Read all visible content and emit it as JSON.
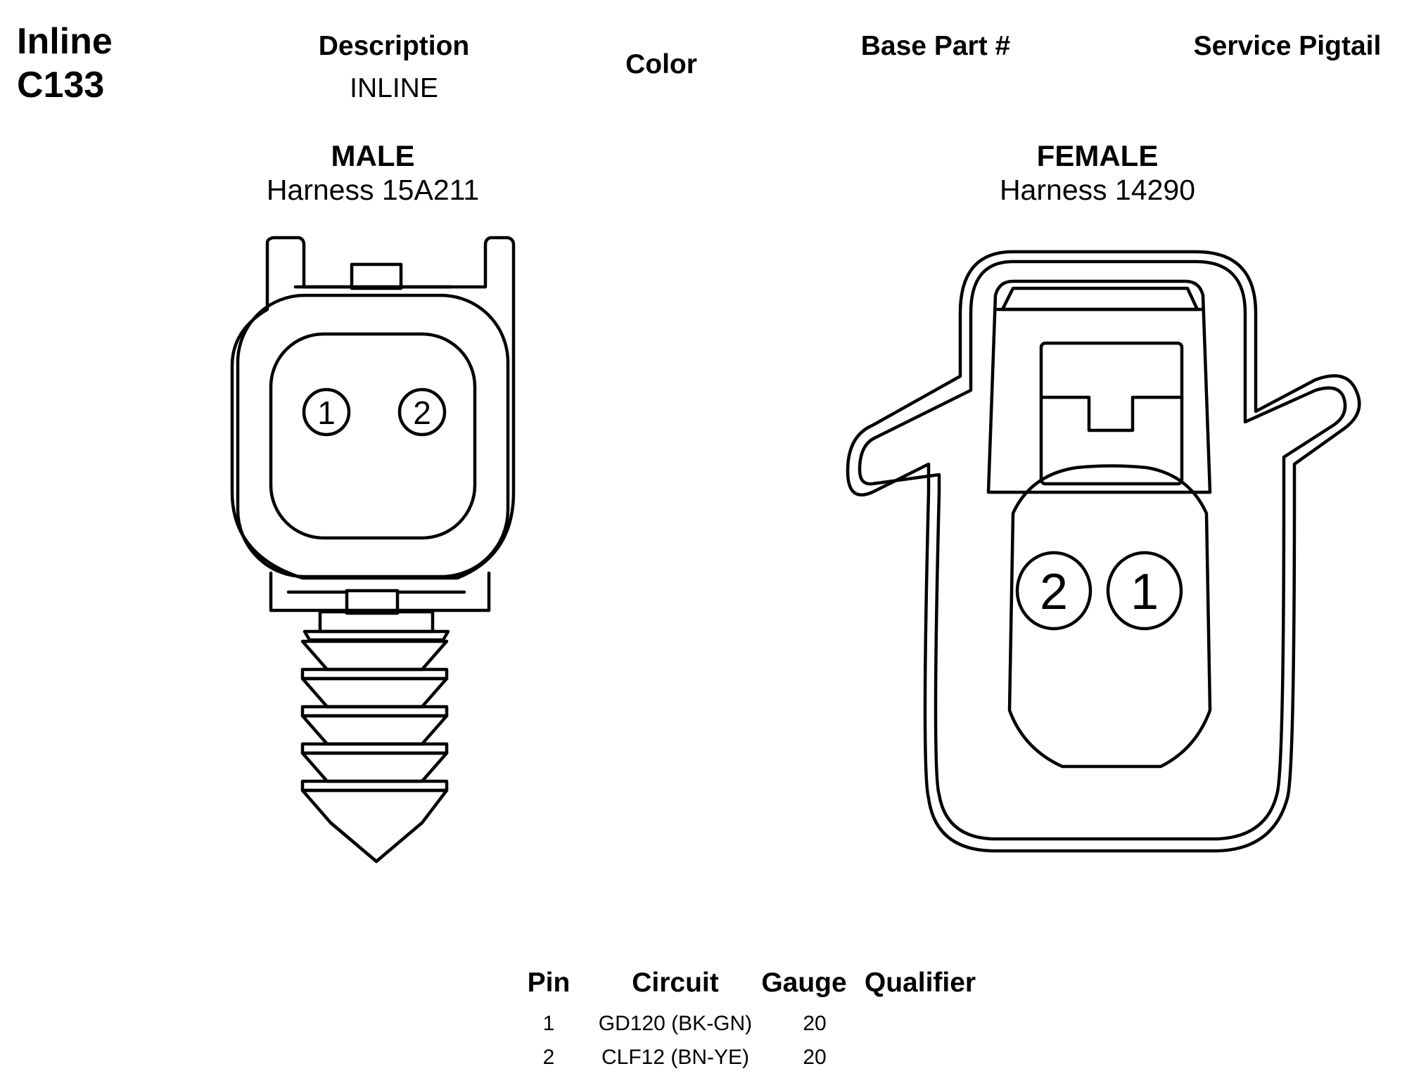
{
  "connector": {
    "title_line1": "Inline",
    "title_line2": "C133"
  },
  "header": {
    "description_label": "Description",
    "description_value": "INLINE",
    "color_label": "Color",
    "base_part_label": "Base Part #",
    "service_pigtail_label": "Service Pigtail"
  },
  "male": {
    "label": "MALE",
    "harness": "Harness 15A211",
    "pins": [
      "1",
      "2"
    ]
  },
  "female": {
    "label": "FEMALE",
    "harness": "Harness 14290",
    "pins": [
      "2",
      "1"
    ]
  },
  "pin_table": {
    "headers": {
      "pin": "Pin",
      "circuit": "Circuit",
      "gauge": "Gauge",
      "qualifier": "Qualifier"
    },
    "rows": [
      {
        "pin": "1",
        "circuit": "GD120 (BK-GN)",
        "gauge": "20",
        "qualifier": ""
      },
      {
        "pin": "2",
        "circuit": "CLF12 (BN-YE)",
        "gauge": "20",
        "qualifier": ""
      }
    ]
  }
}
